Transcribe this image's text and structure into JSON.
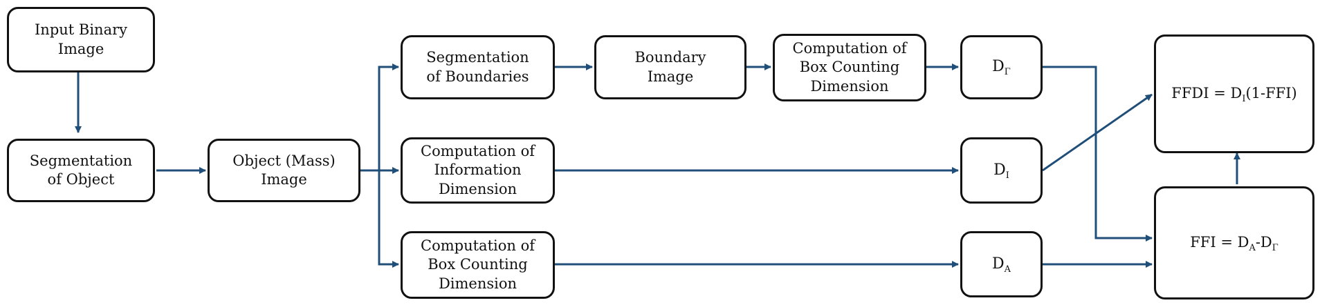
{
  "colors": {
    "arrow": "#1f4e79",
    "border": "#111111",
    "text": "#111111"
  },
  "nodes": {
    "input_binary_image": {
      "lines": [
        "Input Binary",
        "Image"
      ]
    },
    "segmentation_of_object": {
      "lines": [
        "Segmentation",
        "of Object"
      ]
    },
    "object_mass_image": {
      "lines": [
        "Object (Mass)",
        "Image"
      ]
    },
    "segmentation_of_boundaries": {
      "lines": [
        "Segmentation",
        "of Boundaries"
      ]
    },
    "boundary_image": {
      "lines": [
        "Boundary",
        "Image"
      ]
    },
    "box_counting_boundary": {
      "lines": [
        "Computation of",
        "Box Counting",
        "Dimension"
      ]
    },
    "information_dimension": {
      "lines": [
        "Computation of",
        "Information",
        "Dimension"
      ]
    },
    "box_counting_mass": {
      "lines": [
        "Computation of",
        "Box Counting",
        "Dimension"
      ]
    },
    "d_gamma": {
      "base": "D",
      "sub": "Γ"
    },
    "d_i": {
      "base": "D",
      "sub": "I"
    },
    "d_a": {
      "base": "D",
      "sub": "A"
    },
    "ffdi": {
      "prefix": "FFDI = D",
      "sub": "I",
      "suffix": "(1-FFI)"
    },
    "ffi": {
      "prefix": "FFI = D",
      "sub": "A",
      "mid": "-D",
      "sub2": "Γ"
    }
  },
  "edges": [
    [
      "input_binary_image",
      "segmentation_of_object"
    ],
    [
      "segmentation_of_object",
      "object_mass_image"
    ],
    [
      "object_mass_image",
      "segmentation_of_boundaries"
    ],
    [
      "object_mass_image",
      "information_dimension"
    ],
    [
      "object_mass_image",
      "box_counting_mass"
    ],
    [
      "segmentation_of_boundaries",
      "boundary_image"
    ],
    [
      "boundary_image",
      "box_counting_boundary"
    ],
    [
      "box_counting_boundary",
      "d_gamma"
    ],
    [
      "information_dimension",
      "d_i"
    ],
    [
      "box_counting_mass",
      "d_a"
    ],
    [
      "d_gamma",
      "ffi"
    ],
    [
      "d_i",
      "ffdi"
    ],
    [
      "d_a",
      "ffi"
    ],
    [
      "ffi",
      "ffdi"
    ]
  ]
}
